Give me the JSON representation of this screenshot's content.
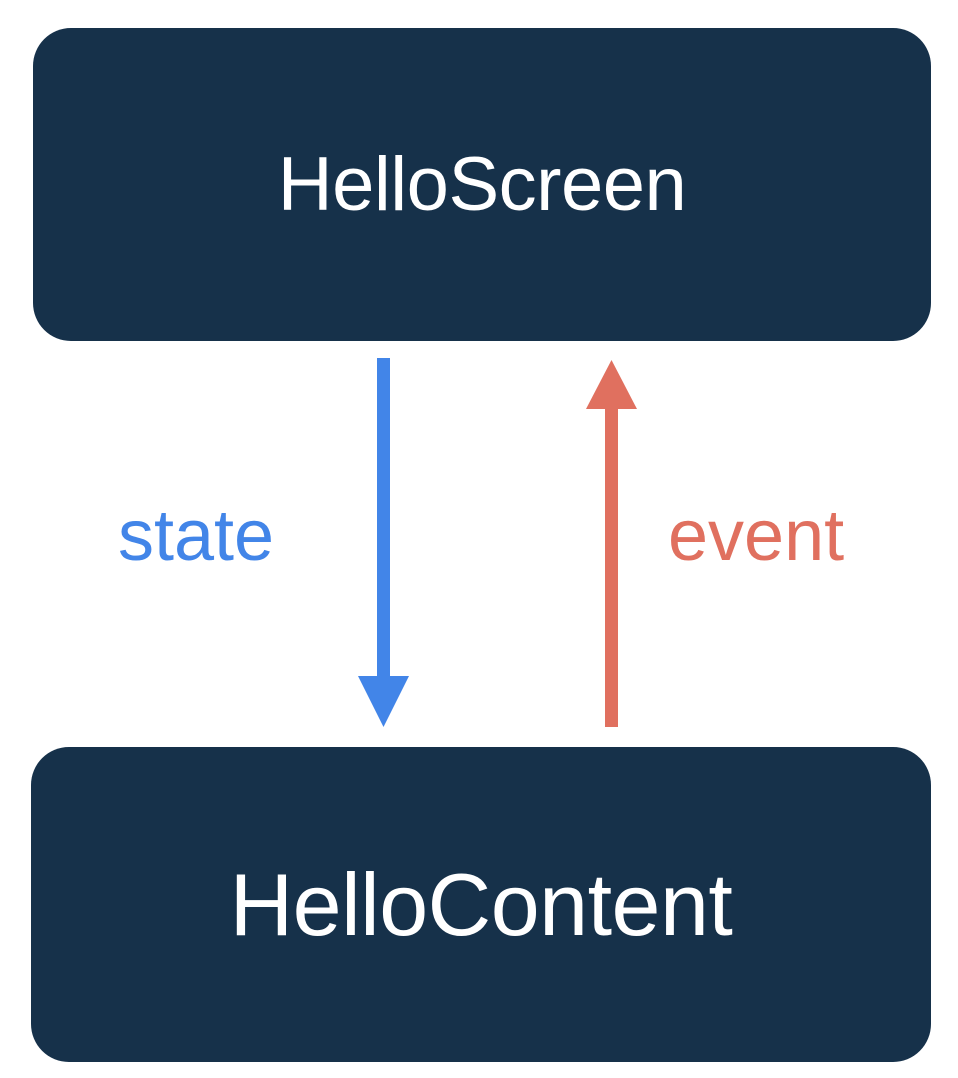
{
  "diagram": {
    "title": "HelloScreen / HelloContent state-event flow",
    "background": "#ffffff",
    "nodes": [
      {
        "id": "hello-screen",
        "label": "HelloScreen",
        "fill": "#16314a",
        "text_color": "#ffffff"
      },
      {
        "id": "hello-content",
        "label": "HelloContent",
        "fill": "#16314a",
        "text_color": "#ffffff"
      }
    ],
    "edges": [
      {
        "id": "state-edge",
        "label": "state",
        "color": "#4285e8",
        "from": "hello-screen",
        "to": "hello-content",
        "direction": "down"
      },
      {
        "id": "event-edge",
        "label": "event",
        "color": "#e0705f",
        "from": "hello-content",
        "to": "hello-screen",
        "direction": "up"
      }
    ]
  }
}
